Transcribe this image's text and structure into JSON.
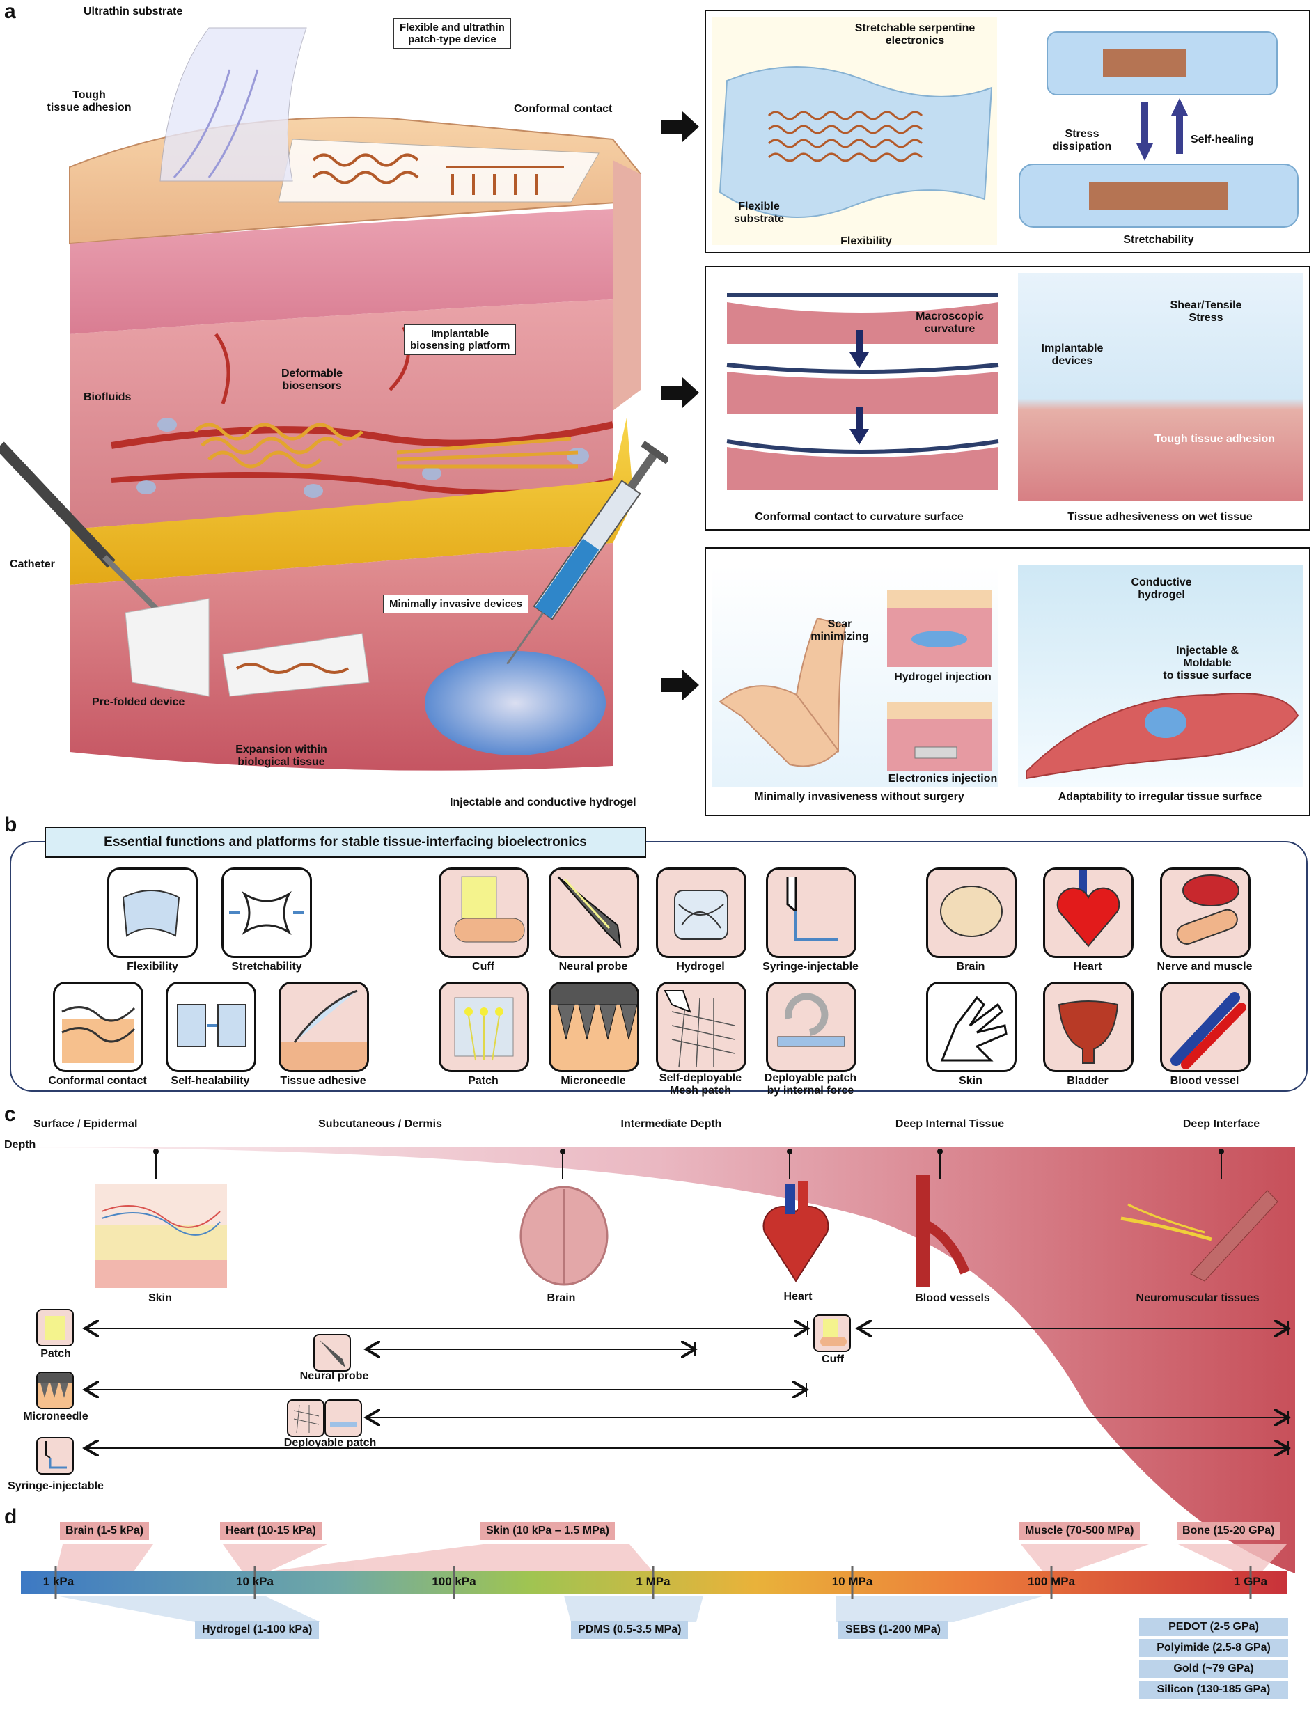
{
  "panel_letters": {
    "a": "a",
    "b": "b",
    "c": "c",
    "d": "d"
  },
  "panel_a": {
    "labels": {
      "ultrathin_substrate": "Ultrathin substrate",
      "tough_adhesion": "Tough\ntissue adhesion",
      "flexible_patch": "Flexible and ultrathin\npatch-type device",
      "conformal_contact": "Conformal contact",
      "implantable_platform": "Implantable\nbiosensing platform",
      "deformable_biosensors": "Deformable\nbiosensors",
      "biofluids": "Biofluids",
      "catheter": "Catheter",
      "minimally_invasive": "Minimally invasive devices",
      "prefolded": "Pre-folded device",
      "expansion": "Expansion within\nbiological tissue",
      "injectable_hydrogel": "Injectable and conductive hydrogel"
    },
    "box1": {
      "serpentine": "Stretchable serpentine\nelectronics",
      "flex_substrate": "Flexible\nsubstrate",
      "flexibility": "Flexibility",
      "stress": "Stress\ndissipation",
      "self_healing": "Self-healing",
      "stretchability": "Stretchability"
    },
    "box2": {
      "macro": "Macroscopic\ncurvature",
      "conformal": "Conformal contact to curvature surface",
      "shear": "Shear/Tensile\nStress",
      "implantable": "Implantable\ndevices",
      "tough": "Tough tissue adhesion",
      "wet": "Tissue adhesiveness on wet tissue"
    },
    "box3": {
      "scar": "Scar\nminimizing",
      "hydrogel_inj": "Hydrogel injection",
      "electronics_inj": "Electronics injection",
      "minimal": "Minimally invasiveness without surgery",
      "conductive": "Conductive\nhydrogel",
      "moldable": "Injectable & Moldable\nto tissue surface",
      "adapt": "Adaptability to irregular tissue surface"
    }
  },
  "panel_b": {
    "title": "Essential functions and platforms for stable tissue-interfacing bioelectronics",
    "functions": [
      "Flexibility",
      "Stretchability",
      "Conformal contact",
      "Self-healability",
      "Tissue adhesive"
    ],
    "platforms": [
      "Cuff",
      "Neural probe",
      "Hydrogel",
      "Syringe-injectable",
      "Patch",
      "Microneedle",
      "Self-deployable\nMesh patch",
      "Deployable patch\nby internal force"
    ],
    "organs": [
      "Brain",
      "Heart",
      "Nerve and muscle",
      "Skin",
      "Bladder",
      "Blood vessel"
    ]
  },
  "panel_c": {
    "depth_label": "Depth",
    "levels": [
      "Surface / Epidermal",
      "Subcutaneous / Dermis",
      "Intermediate Depth",
      "Deep Internal Tissue",
      "Deep Interface"
    ],
    "tissues": [
      "Skin",
      "Brain",
      "Heart",
      "Blood vessels",
      "Neuromuscular tissues"
    ],
    "devices": [
      "Patch",
      "Neural probe",
      "Cuff",
      "Microneedle",
      "Deployable patch",
      "Syringe-injectable"
    ]
  },
  "panel_d": {
    "ticks": [
      "1 kPa",
      "10 kPa",
      "100 kPa",
      "1 MPa",
      "10 MPa",
      "100 MPa",
      "1 GPa"
    ],
    "tissues": [
      "Brain (1-5 kPa)",
      "Heart (10-15 kPa)",
      "Skin (10 kPa – 1.5 MPa)",
      "Muscle (70-500 MPa)",
      "Bone (15-20 GPa)"
    ],
    "materials": [
      "Hydrogel (1-100 kPa)",
      "PDMS (0.5-3.5 MPa)",
      "SEBS (1-200 MPa)"
    ],
    "stack": [
      "PEDOT (2-5 GPa)",
      "Polyimide (2.5-8 GPa)",
      "Gold (~79 GPa)",
      "Silicon (130-185 GPa)"
    ]
  },
  "colors": {
    "skin_top": "#f3c99d",
    "dermis": "#e89aa8",
    "fat": "#f0c020",
    "muscle": "#d9727a",
    "hydrogel": "#6aa7e0",
    "gold": "#e3a52e"
  }
}
